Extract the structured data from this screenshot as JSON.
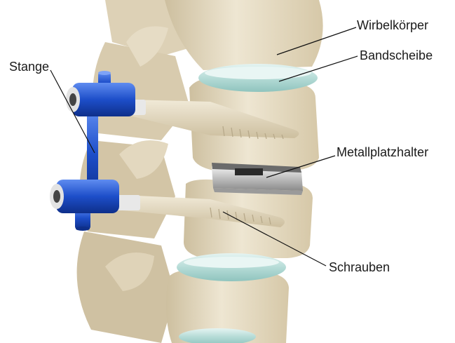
{
  "labels": {
    "wirbelkoerper": "Wirbelkörper",
    "bandscheibe": "Bandscheibe",
    "stange": "Stange",
    "metallplatzhalter": "Metallplatzhalter",
    "schrauben": "Schrauben"
  },
  "colors": {
    "bone": "#e6dcc5",
    "bone_shadow": "#c9b997",
    "disc": "#bfe0dc",
    "rod_blue": "#1f4fc4",
    "metal": "#c8c8c8",
    "leader": "#111111"
  }
}
